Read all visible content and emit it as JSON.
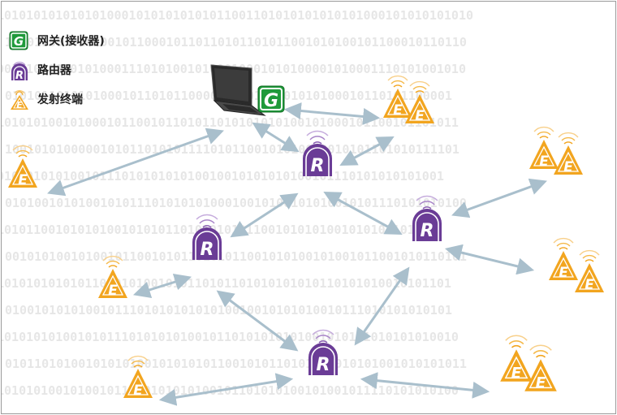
{
  "legend": {
    "gateway": "网关(接收器)",
    "router": "路由器",
    "end_device": "发射终端"
  },
  "icons": {
    "gateway": "gateway-g-icon",
    "router": "router-r-icon",
    "end_device": "end-device-e-icon",
    "laptop": "laptop-icon"
  },
  "letters": {
    "gateway": "G",
    "router": "R",
    "end_device": "E"
  },
  "colors": {
    "gateway": "#1f9a3a",
    "router": "#6a3c96",
    "end_device": "#f2a51f",
    "arrow": "#a9bfcc",
    "binary": "#e6e6e6"
  },
  "background_binary": [
    "10101010101010100010101010101011001",
    "101011001010100101100010110110101",
    "0010101000010100011101010010100010",
    "0101011010101000101101011000010",
    "101010100101000101100101101011010",
    "10010101000001010110101011110101",
    "0101010101001011101010101010010",
    "010100101010010101110101010100010",
    "101011001010101001010101101010",
    "001010100101001011001010110101011",
    "10101010101011010101001010110101",
    "0100101010100101110101010101010",
    "101010101001010111010101010010110",
    "010110101001010101001010101011001",
    "101010100101001011110101010100101"
  ]
}
